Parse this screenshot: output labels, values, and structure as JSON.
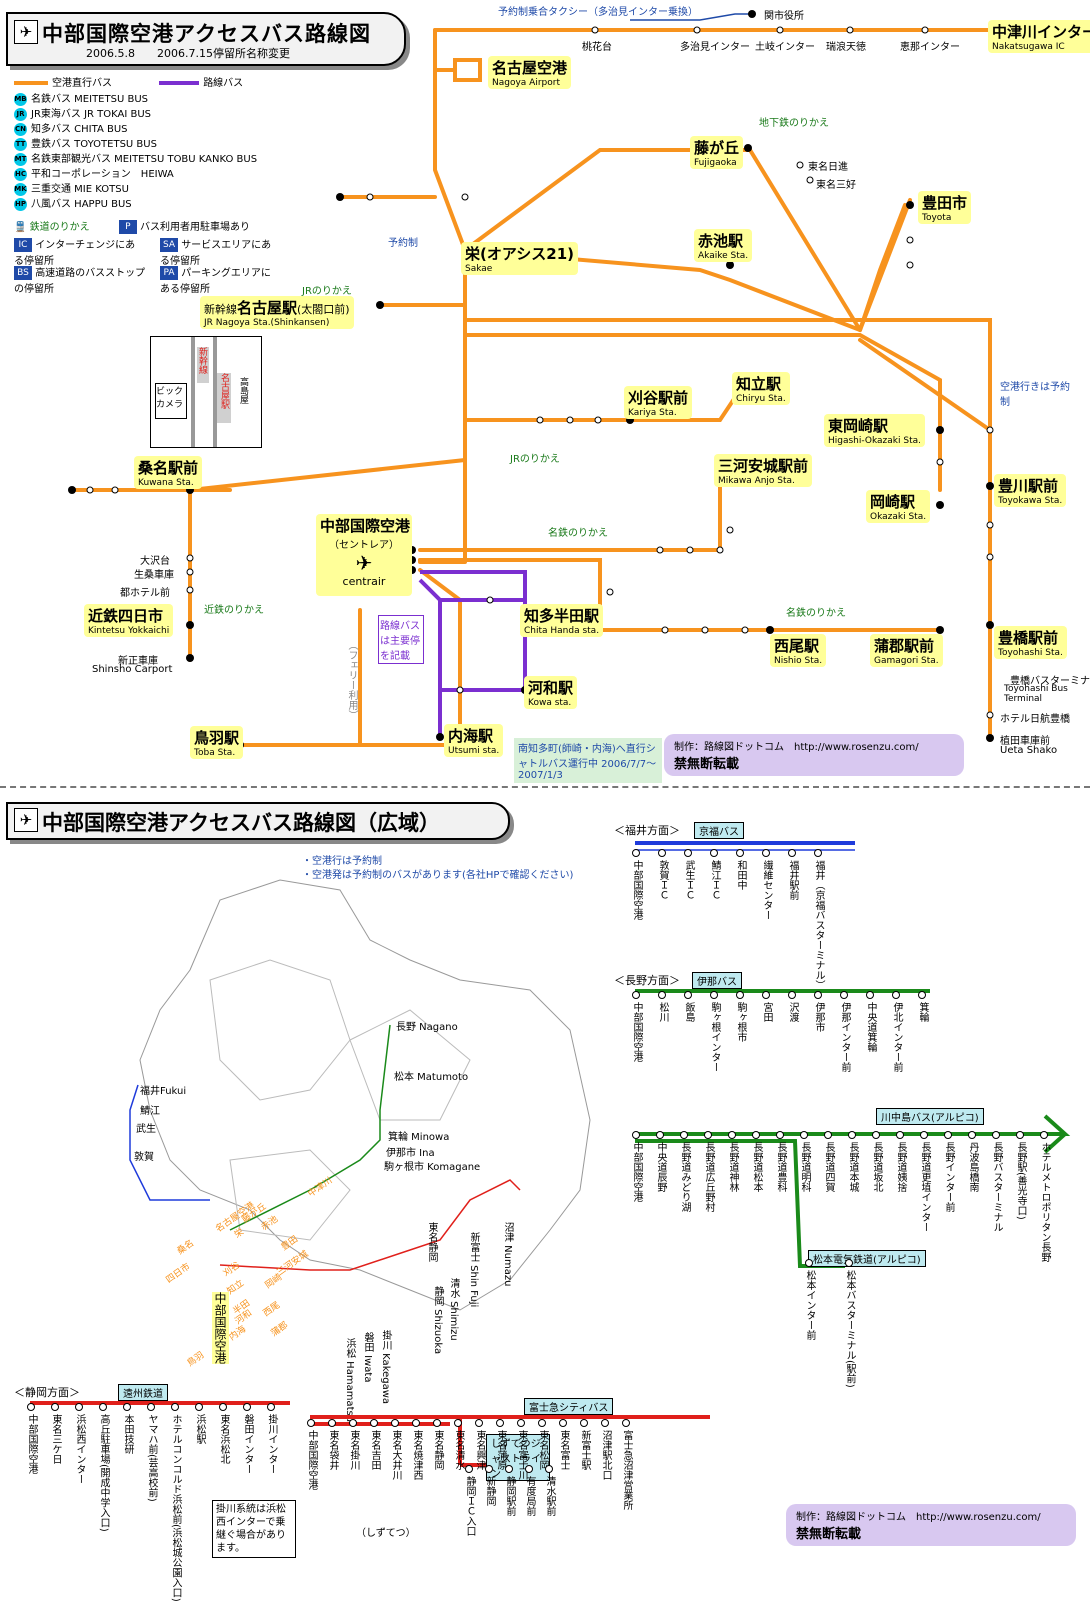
{
  "header": {
    "title": "中部国際空港アクセスバス路線図",
    "dates": "2006.5.8　　2006.7.15停留所名称変更"
  },
  "legend": {
    "direct": "空港直行バス",
    "route": "路線バス",
    "companies": [
      {
        "code": "MB",
        "label": "名鉄バス MEITETSU BUS"
      },
      {
        "code": "JR",
        "label": "JR東海バス JR TOKAI BUS"
      },
      {
        "code": "CN",
        "label": "知多バス CHITA BUS"
      },
      {
        "code": "TT",
        "label": "豊鉄バス TOYOTETSU BUS"
      },
      {
        "code": "MT",
        "label": "名鉄東部観光バス MEITETSU TOBU KANKO BUS"
      },
      {
        "code": "HC",
        "label": "平和コーポレーション　HEIWA"
      },
      {
        "code": "MK",
        "label": "三重交通 MIE KOTSU"
      },
      {
        "code": "HP",
        "label": "八風バス HAPPU BUS"
      }
    ],
    "rail": "鉄道のりかえ",
    "parking": "バス利用者用駐車場あり",
    "ic": "インターチェンジにある停留所",
    "sa": "サービスエリアにある停留所",
    "bs": "高速道路のバスストップの停留所",
    "pa": "パーキングエリアにある停留所"
  },
  "stations": {
    "airport": "中部国際空港",
    "airport_sub": "（セントレア）",
    "airport_en": "centrair",
    "nagoya_airport": "名古屋空港",
    "nagoya_airport_en": "Nagoya Airport",
    "nakatsugawa": "中津川インター",
    "nakatsugawa_en": "Nakatsugawa IC",
    "fujigaoka": "藤が丘",
    "fujigaoka_en": "Fujigaoka",
    "toyota": "豊田市",
    "toyota_en": "Toyota",
    "akaike": "赤池駅",
    "akaike_en": "Akaike Sta.",
    "sakae": "栄(オアシス21)",
    "sakae_en": "Sakae",
    "nagoya": "名古屋駅",
    "nagoya_pre": "新幹線",
    "nagoya_suf": "(太閤口前)",
    "nagoya_en": "JR Nagoya Sta.(Shinkansen)",
    "kariya": "刈谷駅前",
    "kariya_en": "Kariya Sta.",
    "chiryu": "知立駅",
    "chiryu_en": "Chiryu Sta.",
    "higashiokazaki": "東岡崎駅",
    "higashiokazaki_en": "Higashi-Okazaki Sta.",
    "okazaki": "岡崎駅",
    "okazaki_en": "Okazaki Sta.",
    "mikawaanjo": "三河安城駅前",
    "mikawaanjo_en": "Mikawa Anjo Sta.",
    "kuwana": "桑名駅前",
    "kuwana_en": "Kuwana Sta.",
    "yokkaichi": "近鉄四日市",
    "yokkaichi_en": "Kintetsu Yokkaichi",
    "chitahanda": "知多半田駅",
    "chitahanda_en": "Chita Handa sta.",
    "kowa": "河和駅",
    "kowa_en": "Kowa sta.",
    "utsumi": "内海駅",
    "utsumi_en": "Utsumi sta.",
    "toba": "鳥羽駅",
    "toba_en": "Toba Sta.",
    "nishio": "西尾駅",
    "nishio_en": "Nishio Sta.",
    "gamagori": "蒲郡駅前",
    "gamagori_en": "Gamagori Sta.",
    "toyokawa": "豊川駅前",
    "toyokawa_en": "Toyokawa Sta.",
    "toyohashi": "豊橋駅前",
    "toyohashi_en": "Toyohashi Sta."
  },
  "labels": {
    "taxi": "予約制乗合タクシー（多治見インター乗換）",
    "sekicity": "関市役所",
    "momohanadai": "桃花台",
    "tajimi": "多治見インター",
    "toki": "土岐インター",
    "mizunami": "瑞浪天徳",
    "ena": "恵那インター",
    "shinmei": "東名日進",
    "miyoshi": "東名三好",
    "reserve": "予約制",
    "airport_note": "空港行きは予約制",
    "ferry": "（フェリー利用）",
    "route_note": "路線バスは主要停を記載",
    "minamichita": "南知多町(師崎・内海)へ直行シャトルバス運行中 2006/7/7〜2007/1/3",
    "credit": "制作：路線図ドットコム　http://www.rosenzu.com/",
    "no_copy": "禁無断転載",
    "jr_norikae": "JRのりかえ",
    "meitetsu_norikae": "名鉄のりかえ",
    "subway_norikae": "地下鉄のりかえ",
    "kintetsu_norikae": "近鉄のりかえ",
    "shinsho": "新正車庫",
    "shinsho_en": "Shinsho Carport",
    "osawa": "大沢台",
    "ikuwa": "生桑車庫",
    "miyako": "都ホテル前",
    "uta": "植田車庫前",
    "uta_en": "Ueta Shako",
    "toyohashi_bus": "豊橋バスターミナル",
    "toyohashi_bus_en": "Toyohashi Bus Terminal",
    "nikko": "ホテル日航豊橋"
  },
  "wide": {
    "title": "中部国際空港アクセスバス路線図（広域）",
    "notes": [
      "・空港行は予約制",
      "・空港発は予約制のバスがあります(各社HPで確認ください)"
    ],
    "fukui_dir": "＜福井方面＞",
    "fukui_co": "京福バス",
    "fukui_stops": [
      "中部国際空港",
      "敦賀ＩＣ",
      "武生ＩＣ",
      "鯖江ＩＣ",
      "和田中",
      "繊維センター",
      "福井駅前",
      "福井（京福バスターミナル）"
    ],
    "nagano_dir": "＜長野方面＞",
    "nagano_co": "伊那バス",
    "nagano_stops": [
      "中部国際空港",
      "松川",
      "飯島",
      "駒ヶ根インター",
      "駒ヶ根市",
      "宮田",
      "沢渡",
      "伊那市",
      "伊那インター前",
      "中央道箕輪",
      "伊北インター前",
      "箕輪"
    ],
    "kawanaka_co": "川中島バス(アルピコ)",
    "kawanaka_stops": [
      "中部国際空港",
      "中央道辰野",
      "長野道みどり湖",
      "長野道広丘野村",
      "長野道神林",
      "長野道松本",
      "長野道豊科",
      "長野道明科",
      "長野道四賀",
      "長野道本城",
      "長野道坂北",
      "長野道姨捨",
      "長野道更埴インター",
      "長野インター前",
      "丹波島橋南",
      "長野バスターミナル",
      "長野駅(善光寺口)",
      "ホテルメトロポリタン長野"
    ],
    "matsumoto_co": "松本電気鉄道(アルピコ)",
    "matsumoto_stops": [
      "松本インター前",
      "松本バスターミナル(駅前)"
    ],
    "shizuoka_dir": "＜静岡方面＞",
    "enshu_co": "遠州鉄道",
    "enshu_stops": [
      "中部国際空港",
      "東名三ケ日",
      "浜松西インター",
      "高丘駐車場(開成中学入口)",
      "本田技研",
      "ヤマハ前(芸高校前)",
      "ホテルコンコルド浜松前(浜松城公園入口)",
      "浜松駅",
      "東名浜松北",
      "磐田インター",
      "掛川インター"
    ],
    "fuji_co": "富士急シティバス",
    "fuji_stops": [
      "中部国際空港",
      "東名袋井",
      "東名掛川",
      "東名吉田",
      "東名大井川",
      "東名焼津西",
      "東名静岡",
      "東名清水",
      "東名興津",
      "東名蒲原",
      "東名富士川",
      "東名松岡",
      "東名富士",
      "新富士駅",
      "沼津駅北口",
      "富士急沼津営業所"
    ],
    "shizutetsu_co": "しずてつジャストライン",
    "shizutetsu_stops": [
      "静岡ＩＣ入口",
      "新静岡",
      "静岡駅前",
      "有度局前",
      "清水駅前"
    ],
    "kakegawa_note": "掛川系統は浜松西インターで乗継ぐ場合があります。",
    "shizutetsu_note": "（しずてつ）",
    "map_labels": [
      "長野 Nagano",
      "松本 Matumoto",
      "箕輪 Minowa",
      "伊那市 Ina",
      "駒ヶ根市 Komagane",
      "福井Fukui",
      "鯖江",
      "武生",
      "敦賀",
      "新富士 Shin Fuji",
      "沼津 Numazu",
      "東名静岡",
      "清水 Shimizu",
      "静岡 Shizuoka",
      "掛川 Kakegawa",
      "磐田 Iwata",
      "浜松 Hamamatsu",
      "中部国際空港"
    ],
    "map_orange": [
      "中津川",
      "名古屋空港",
      "藤が丘",
      "赤池",
      "豊田",
      "三河安城",
      "岡崎",
      "桑名",
      "四日市",
      "栄",
      "刈谷",
      "知立",
      "半田",
      "河和",
      "内海",
      "西尾",
      "蒲郡",
      "鳥羽"
    ]
  },
  "colors": {
    "orange": "#f7931e",
    "purple": "#7b2fd0",
    "green": "#1a8a1a",
    "blue": "#1f3bdb",
    "red": "#e0201b",
    "yellow": "#ffff99",
    "cyan": "#00c8e8",
    "navy": "#1f4aa8"
  }
}
